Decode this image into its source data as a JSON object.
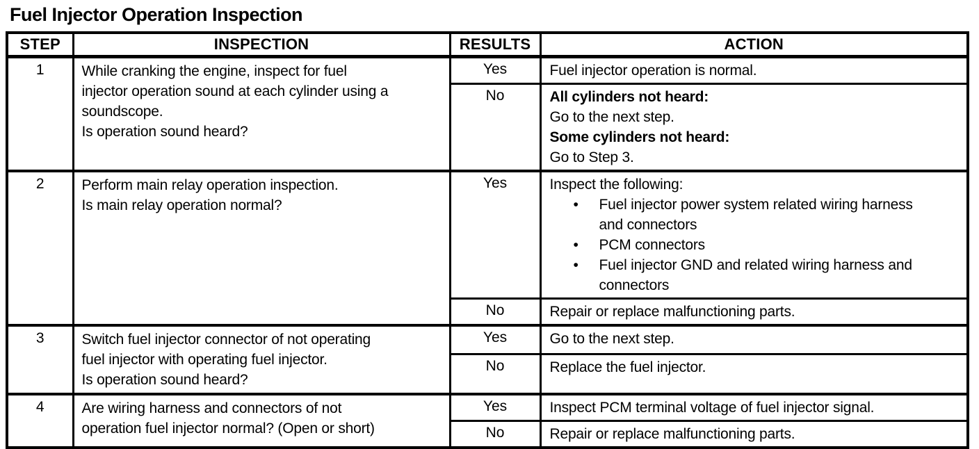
{
  "page": {
    "title": "Fuel Injector Operation Inspection",
    "bullet_glyph": "•"
  },
  "table": {
    "headers": {
      "step": "STEP",
      "inspection": "INSPECTION",
      "results": "RESULTS",
      "action": "ACTION"
    },
    "rows": [
      {
        "step": "1",
        "inspection": "While cranking the engine, inspect for fuel\ninjector operation sound at each cylinder using a\nsoundscope.\nIs operation sound heard?",
        "results": [
          {
            "result": "Yes",
            "action_lines": [
              {
                "text": "Fuel injector operation is normal.",
                "bold": false
              }
            ]
          },
          {
            "result": "No",
            "action_lines": [
              {
                "text": "All cylinders not heard:",
                "bold": true
              },
              {
                "text": "Go to the next step.",
                "bold": false
              },
              {
                "text": "Some cylinders not heard:",
                "bold": true
              },
              {
                "text": "Go to Step 3.",
                "bold": false
              }
            ]
          }
        ]
      },
      {
        "step": "2",
        "inspection": "Perform main relay operation inspection.\nIs main relay operation normal?",
        "results": [
          {
            "result": "Yes",
            "action_lines": [
              {
                "text": "Inspect the following:",
                "bold": false
              },
              {
                "text": "Fuel injector power system related wiring harness\nand connectors",
                "bold": false,
                "bullet": true
              },
              {
                "text": "PCM connectors",
                "bold": false,
                "bullet": true
              },
              {
                "text": "Fuel injector GND and related wiring harness and\nconnectors",
                "bold": false,
                "bullet": true
              }
            ]
          },
          {
            "result": "No",
            "action_lines": [
              {
                "text": "Repair or replace malfunctioning parts.",
                "bold": false
              }
            ]
          }
        ]
      },
      {
        "step": "3",
        "inspection": "Switch fuel injector connector of not operating\nfuel injector with operating fuel injector.\nIs operation sound heard?",
        "results": [
          {
            "result": "Yes",
            "action_lines": [
              {
                "text": "Go to the next step.",
                "bold": false
              }
            ]
          },
          {
            "result": "No",
            "action_lines": [
              {
                "text": "Replace the fuel injector.",
                "bold": false
              }
            ]
          }
        ]
      },
      {
        "step": "4",
        "inspection": "Are wiring harness and connectors of not\noperation fuel injector normal? (Open or short)",
        "results": [
          {
            "result": "Yes",
            "action_lines": [
              {
                "text": "Inspect PCM terminal voltage of fuel injector signal.",
                "bold": false
              }
            ]
          },
          {
            "result": "No",
            "action_lines": [
              {
                "text": "Repair or replace malfunctioning parts.",
                "bold": false
              }
            ]
          }
        ]
      }
    ]
  }
}
